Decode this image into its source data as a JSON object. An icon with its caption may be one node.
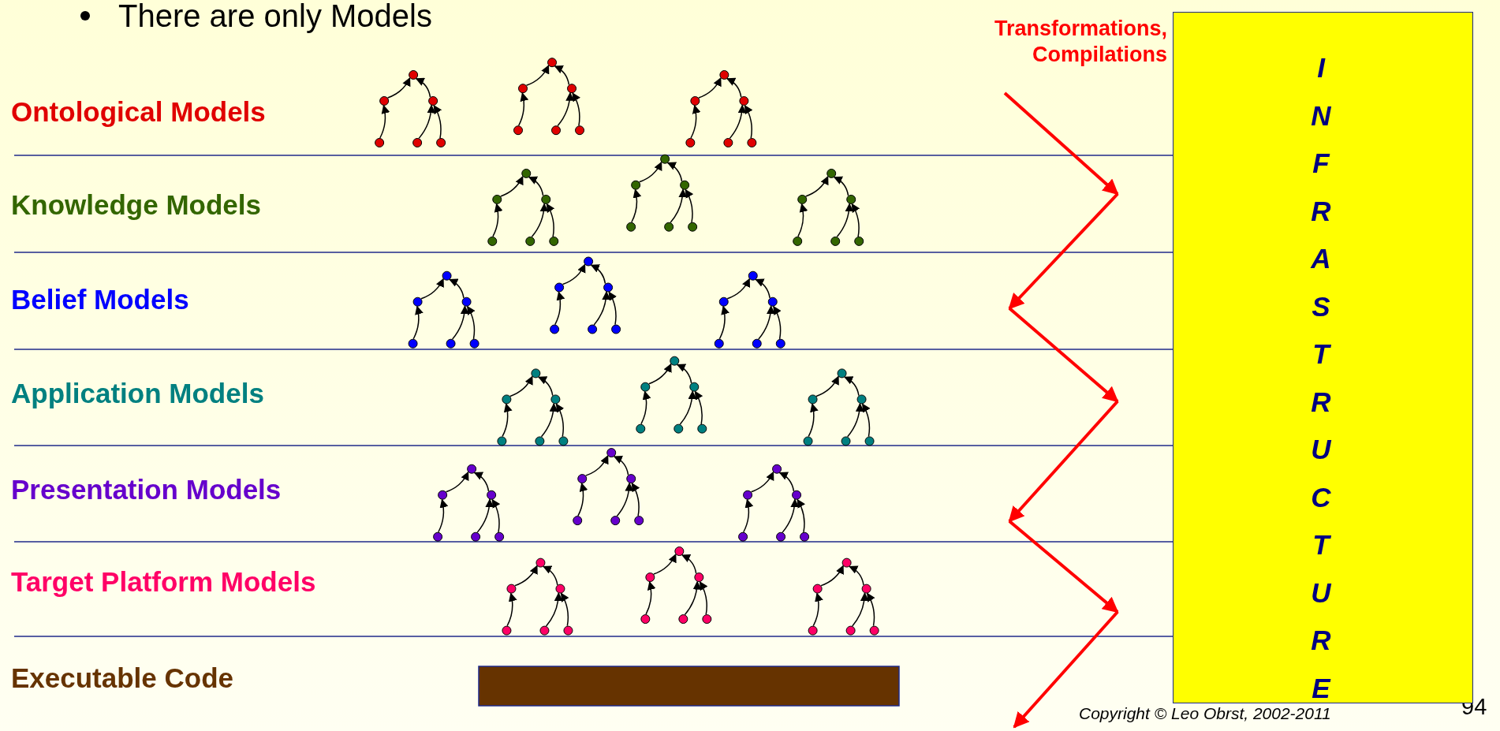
{
  "diagram": {
    "nodes": [
      {
        "text": [
          "INFRASTRUCTURE"
        ]
      },
      {
        "text": [],
        "shape": "bar"
      }
    ],
    "labels": [
      "There are only Models",
      "Transformations, Compilations",
      "Ontological Models",
      "Knowledge Models",
      "Belief Models",
      "Application Models",
      "Presentation Models",
      "Target Platform Models",
      "Executable Code",
      "Copyright © Leo Obrst, 2002-2011",
      "94"
    ]
  }
}
